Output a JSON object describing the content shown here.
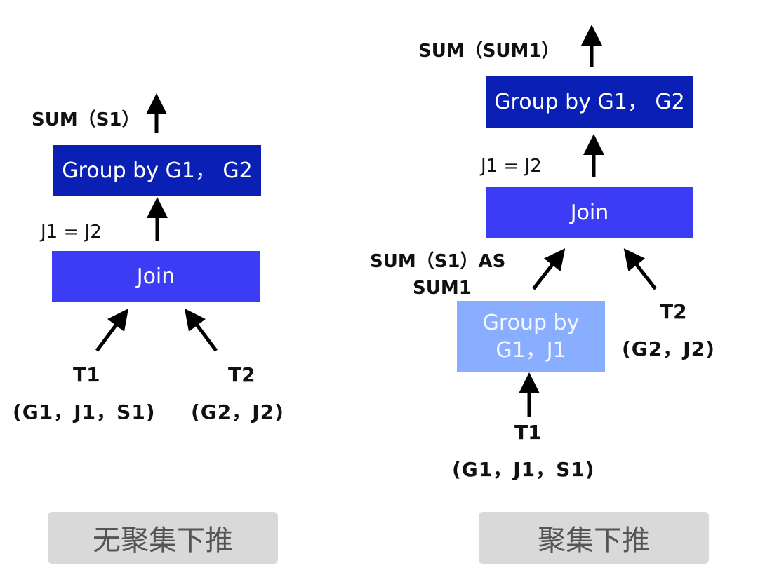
{
  "left": {
    "top_label": "SUM（S1）",
    "group_box": "Group by G1， G2",
    "join_cond": "J1 = J2",
    "join_box": "Join",
    "t1": {
      "name": "T1",
      "cols": "(G1，J1，S1)"
    },
    "t2": {
      "name": "T2",
      "cols": "(G2，J2)"
    },
    "caption": "无聚集下推"
  },
  "right": {
    "top_label": "SUM（SUM1）",
    "group_box": "Group by G1， G2",
    "join_cond": "J1 = J2",
    "join_box": "Join",
    "agg_label_line1": "SUM（S1）AS",
    "agg_label_line2": "SUM1",
    "pre_group_line1": "Group by",
    "pre_group_line2": "G1，J1",
    "t1": {
      "name": "T1",
      "cols": "(G1，J1，S1)"
    },
    "t2": {
      "name": "T2",
      "cols": "(G2，J2)"
    },
    "caption": "聚集下推"
  },
  "colors": {
    "dark_box": "#0a1fb4",
    "join_box": "#3c3cf5",
    "light_box": "#8aaeff",
    "caption_bg": "#d9d9d9"
  }
}
